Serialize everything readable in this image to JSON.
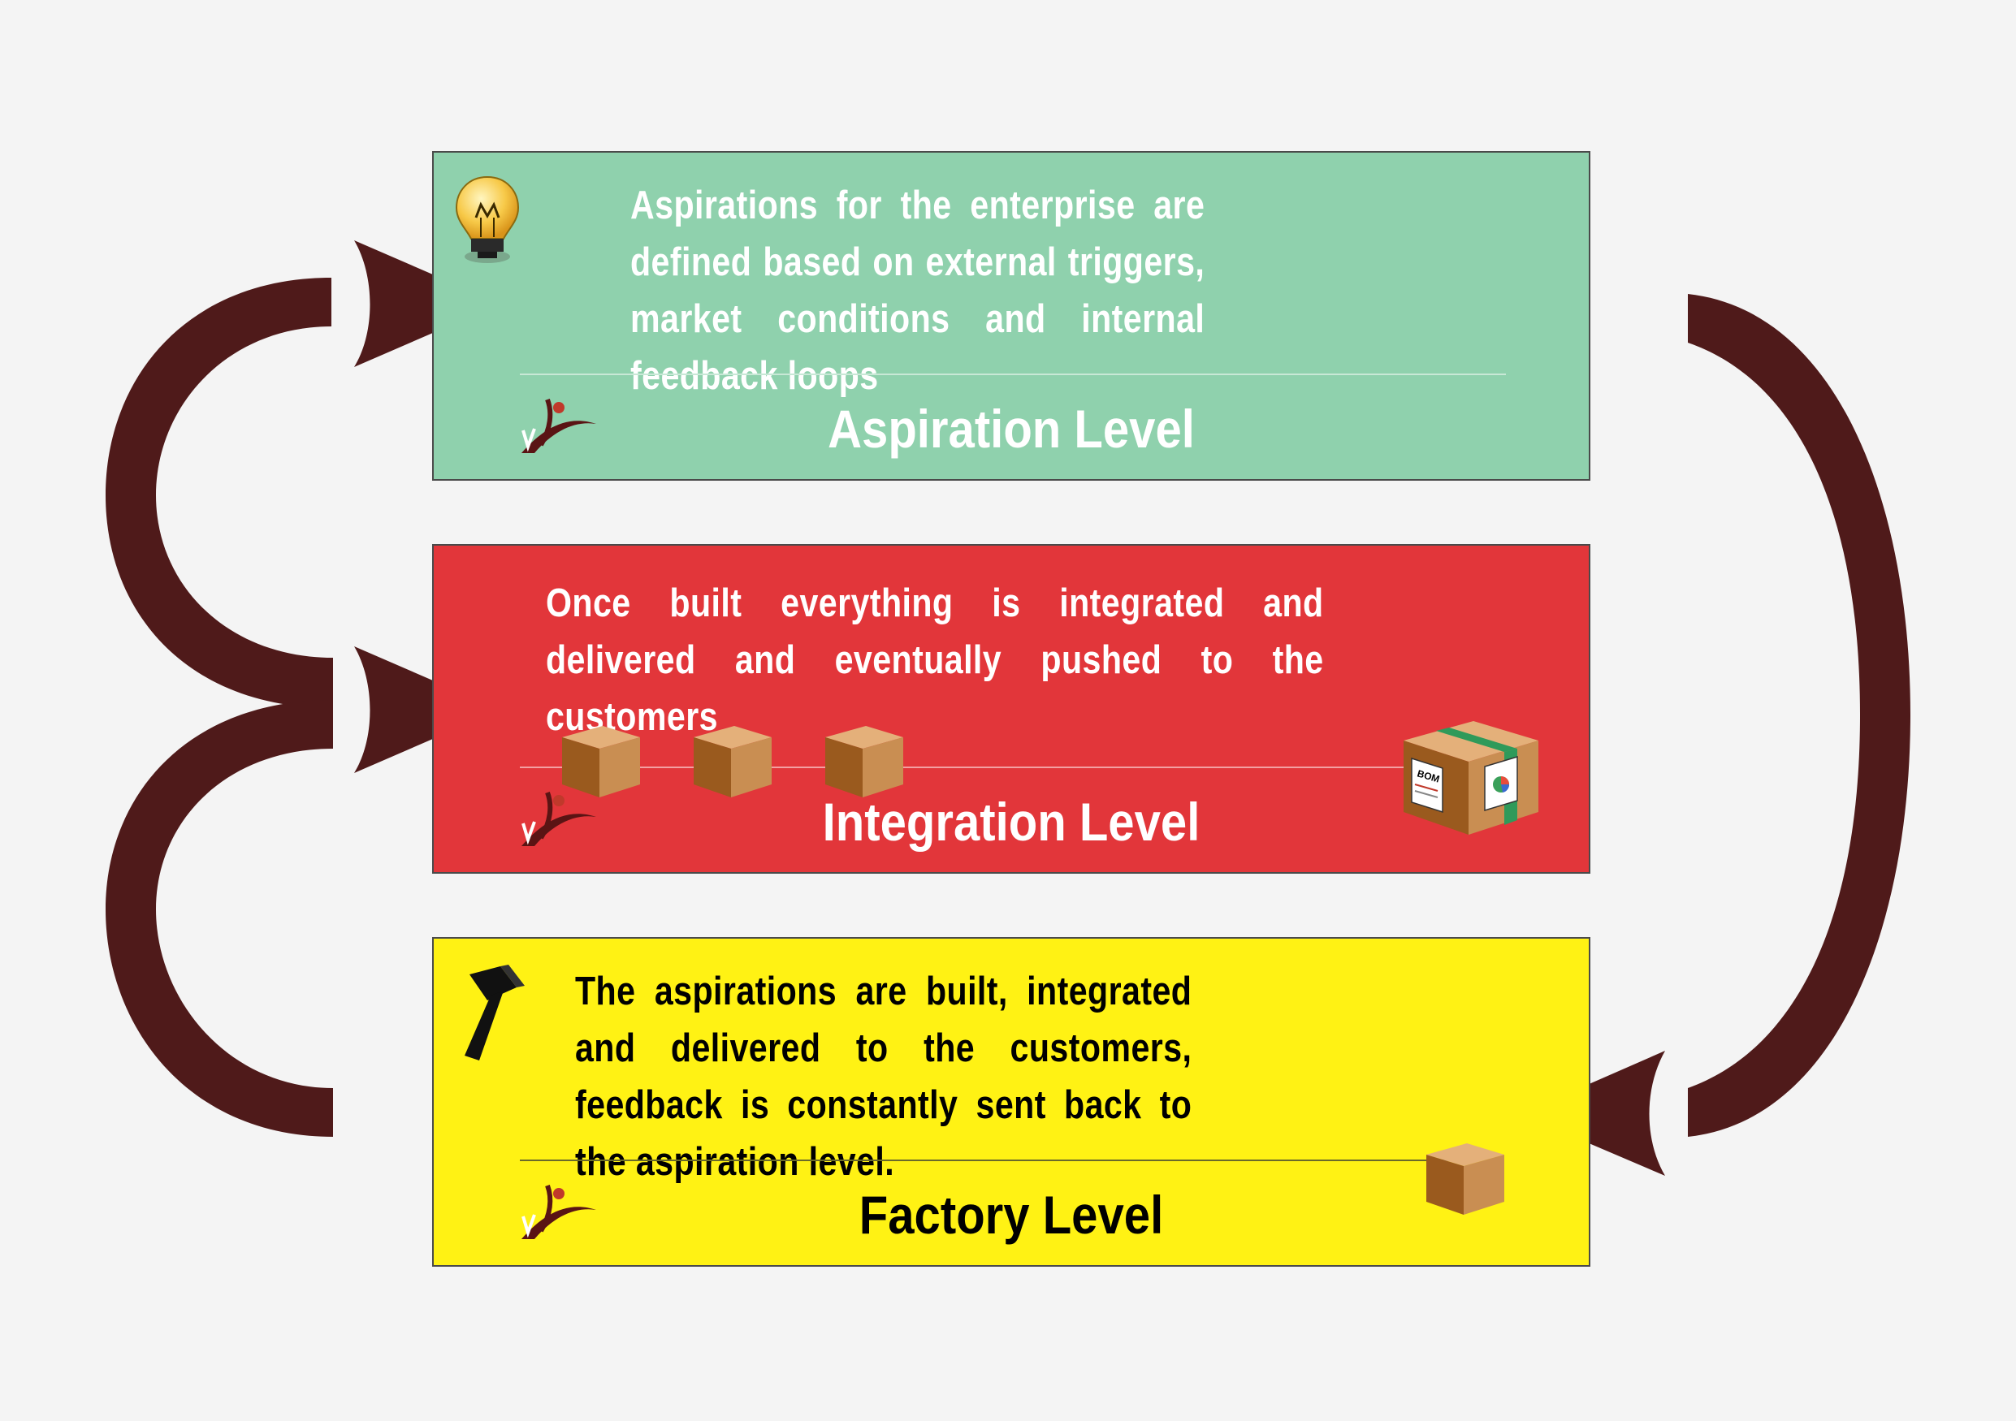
{
  "levels": [
    {
      "id": "aspiration",
      "title": "Aspiration Level",
      "description": "Aspirations for the enterprise are defined based on external triggers, market conditions and internal feedback loops",
      "background": "#8fd1ad",
      "text_color": "#ffffff",
      "icons": [
        "lightbulb-icon",
        "logo-icon"
      ]
    },
    {
      "id": "integration",
      "title": "Integration Level",
      "description": "Once built everything is integrated and delivered and eventually pushed to the customers",
      "background": "#e2363a",
      "text_color": "#ffffff",
      "icons": [
        "box-icon",
        "box-icon",
        "box-icon",
        "package-icon",
        "logo-icon"
      ],
      "package_label": "BOM"
    },
    {
      "id": "factory",
      "title": "Factory Level",
      "description": "The aspirations are built, integrated and delivered to the customers, feedback is constantly sent back to the aspiration level.",
      "background": "#fff214",
      "text_color": "#000000",
      "icons": [
        "hammer-icon",
        "box-icon",
        "logo-icon"
      ]
    }
  ],
  "arrow_color": "#4f1a1a"
}
